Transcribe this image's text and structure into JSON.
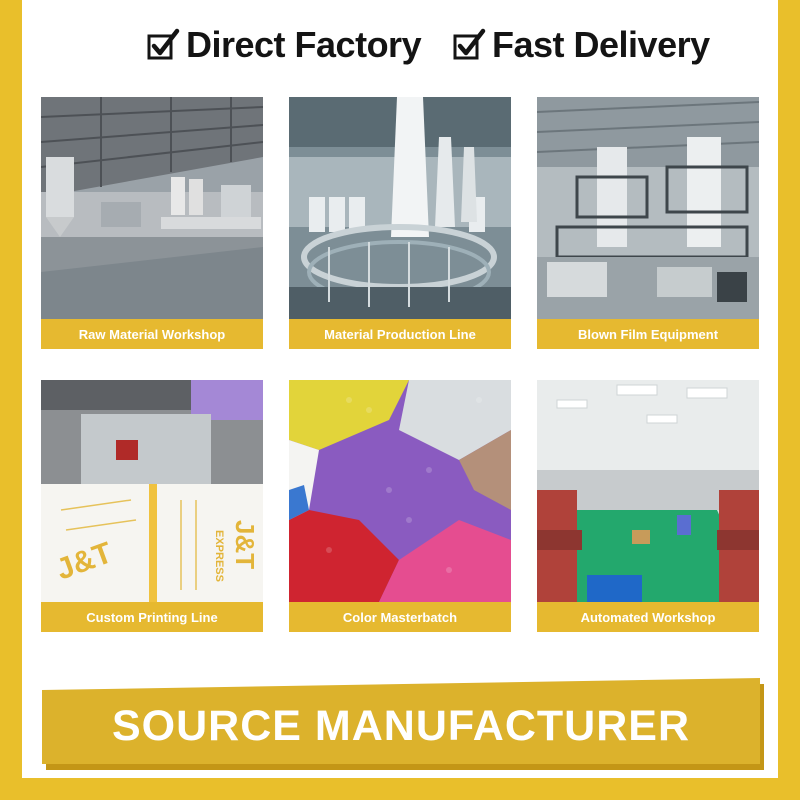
{
  "header": {
    "items": [
      {
        "label": "Direct Factory",
        "icon": "checkbox-check-icon"
      },
      {
        "label": "Fast Delivery",
        "icon": "checkbox-check-icon"
      }
    ]
  },
  "cards": [
    {
      "caption": "Raw Material Workshop"
    },
    {
      "caption": "Material Production Line"
    },
    {
      "caption": "Blown Film Equipment"
    },
    {
      "caption": "Custom Printing Line"
    },
    {
      "caption": "Color Masterbatch"
    },
    {
      "caption": "Automated Workshop"
    }
  ],
  "banner": {
    "title": "SOURCE MANUFACTURER"
  },
  "printed_labels": {
    "brand": "J&T",
    "brand_sub": "EXPRESS"
  },
  "colors": {
    "frame": "#e9bf2b",
    "caption_bg": "#e6b930",
    "banner_bg": "#dcb22c",
    "text_dark": "#141414"
  }
}
